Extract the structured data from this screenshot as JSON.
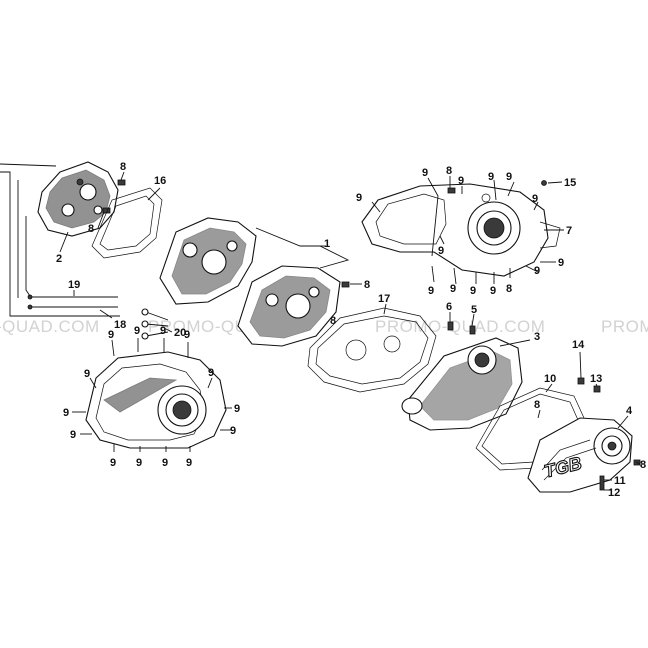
{
  "watermark": {
    "segments": [
      "-QUAD.COM",
      "PROMO-QUAD.COM",
      "PROMO-QUAD.COM",
      "PROMO"
    ]
  },
  "cover_logo": "TGB",
  "callouts": [
    {
      "id": "c1",
      "label": "1"
    },
    {
      "id": "c2",
      "label": "2"
    },
    {
      "id": "c3",
      "label": "3"
    },
    {
      "id": "c4",
      "label": "4"
    },
    {
      "id": "c5",
      "label": "5"
    },
    {
      "id": "c6",
      "label": "6"
    },
    {
      "id": "c7",
      "label": "7"
    },
    {
      "id": "c8a",
      "label": "8"
    },
    {
      "id": "c8b",
      "label": "8"
    },
    {
      "id": "c8c",
      "label": "8"
    },
    {
      "id": "c8d",
      "label": "8"
    },
    {
      "id": "c8e",
      "label": "8"
    },
    {
      "id": "c8f",
      "label": "8"
    },
    {
      "id": "c8g",
      "label": "8"
    },
    {
      "id": "c8h",
      "label": "8"
    },
    {
      "id": "c9_01",
      "label": "9"
    },
    {
      "id": "c9_02",
      "label": "9"
    },
    {
      "id": "c9_03",
      "label": "9"
    },
    {
      "id": "c9_04",
      "label": "9"
    },
    {
      "id": "c9_05",
      "label": "9"
    },
    {
      "id": "c9_06",
      "label": "9"
    },
    {
      "id": "c9_07",
      "label": "9"
    },
    {
      "id": "c9_08",
      "label": "9"
    },
    {
      "id": "c9_09",
      "label": "9"
    },
    {
      "id": "c9_10",
      "label": "9"
    },
    {
      "id": "c9_11",
      "label": "9"
    },
    {
      "id": "c9_12",
      "label": "9"
    },
    {
      "id": "c9_13",
      "label": "9"
    },
    {
      "id": "c9_14",
      "label": "9"
    },
    {
      "id": "c9_15",
      "label": "9"
    },
    {
      "id": "c9_16",
      "label": "9"
    },
    {
      "id": "c9_17",
      "label": "9"
    },
    {
      "id": "c9_18",
      "label": "9"
    },
    {
      "id": "c9_19",
      "label": "9"
    },
    {
      "id": "c9_20",
      "label": "9"
    },
    {
      "id": "c9_21",
      "label": "9"
    },
    {
      "id": "c9_22",
      "label": "9"
    },
    {
      "id": "c9_23",
      "label": "9"
    },
    {
      "id": "c9_24",
      "label": "9"
    },
    {
      "id": "c9_25",
      "label": "9"
    },
    {
      "id": "c9_26",
      "label": "9"
    },
    {
      "id": "c9_27",
      "label": "9"
    },
    {
      "id": "c9_28",
      "label": "9"
    },
    {
      "id": "c10",
      "label": "10"
    },
    {
      "id": "c11",
      "label": "11"
    },
    {
      "id": "c12",
      "label": "12"
    },
    {
      "id": "c13",
      "label": "13"
    },
    {
      "id": "c14",
      "label": "14"
    },
    {
      "id": "c15",
      "label": "15"
    },
    {
      "id": "c16",
      "label": "16"
    },
    {
      "id": "c17",
      "label": "17"
    },
    {
      "id": "c18",
      "label": "18"
    },
    {
      "id": "c19",
      "label": "19"
    },
    {
      "id": "c20",
      "label": "20"
    }
  ]
}
